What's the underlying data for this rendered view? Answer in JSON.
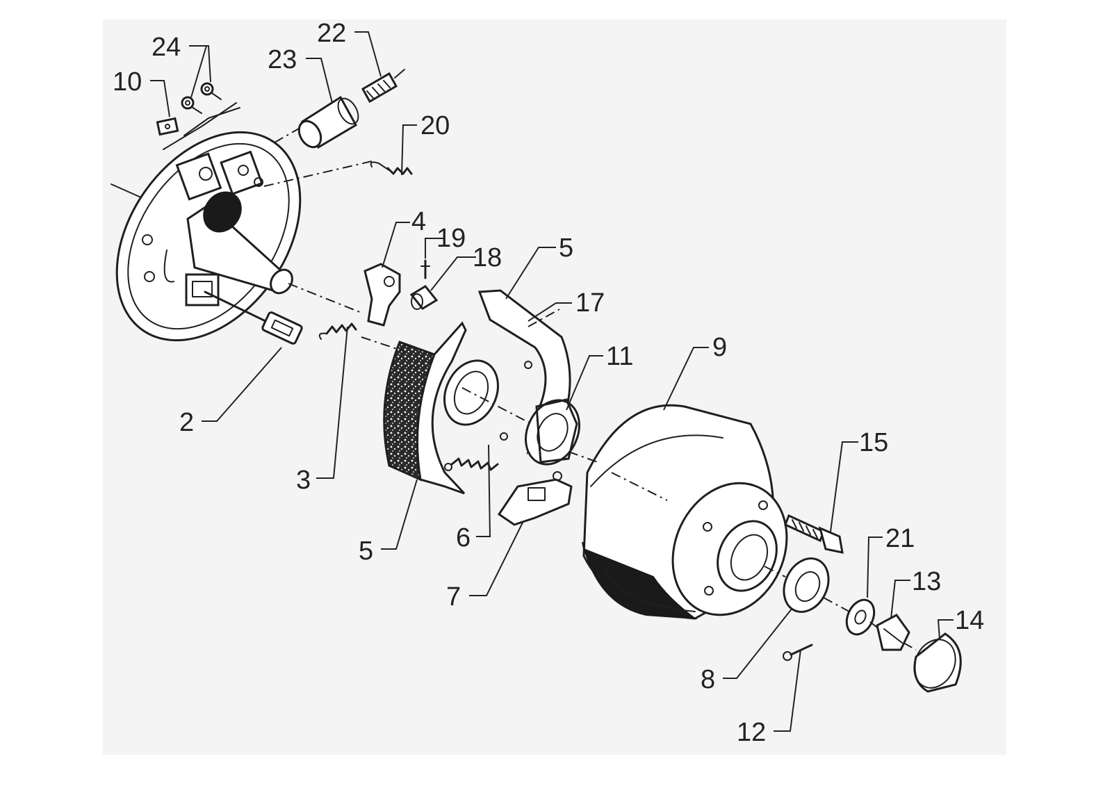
{
  "diagram": {
    "colors": {
      "background": "#ffffff",
      "panel": "#f4f4f4",
      "ink": "#1f1f1f"
    },
    "callouts": [
      {
        "id": "c24",
        "label": "24"
      },
      {
        "id": "c22",
        "label": "22"
      },
      {
        "id": "c23",
        "label": "23"
      },
      {
        "id": "c10",
        "label": "10"
      },
      {
        "id": "c20",
        "label": "20"
      },
      {
        "id": "c4",
        "label": "4"
      },
      {
        "id": "c19",
        "label": "19"
      },
      {
        "id": "c18",
        "label": "18"
      },
      {
        "id": "c5a",
        "label": "5"
      },
      {
        "id": "c17",
        "label": "17"
      },
      {
        "id": "c11",
        "label": "11"
      },
      {
        "id": "c9",
        "label": "9"
      },
      {
        "id": "c2",
        "label": "2"
      },
      {
        "id": "c3",
        "label": "3"
      },
      {
        "id": "c15",
        "label": "15"
      },
      {
        "id": "c21",
        "label": "21"
      },
      {
        "id": "c6",
        "label": "6"
      },
      {
        "id": "c5b",
        "label": "5"
      },
      {
        "id": "c13",
        "label": "13"
      },
      {
        "id": "c7",
        "label": "7"
      },
      {
        "id": "c14",
        "label": "14"
      },
      {
        "id": "c8",
        "label": "8"
      },
      {
        "id": "c12",
        "label": "12"
      }
    ]
  }
}
